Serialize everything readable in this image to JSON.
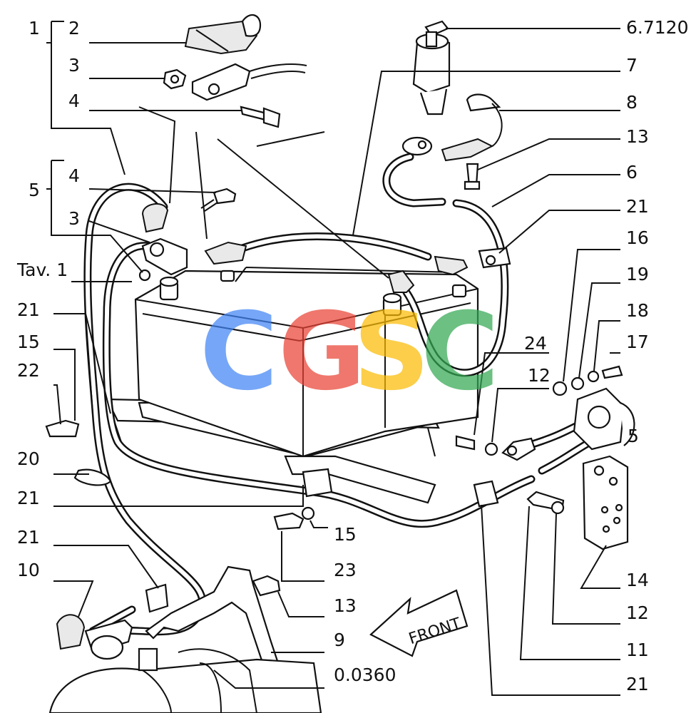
{
  "labels": {
    "l1": "1",
    "l2": "2",
    "l3a": "3",
    "l4a": "4",
    "l4b": "4",
    "l5a": "5",
    "l3b": "3",
    "ltav": "Tav. 1",
    "l21a": "21",
    "l15a": "15",
    "l22": "22",
    "l20": "20",
    "l21b": "21",
    "l21c": "21",
    "l10": "10",
    "l6712": "6.7120",
    "l7": "7",
    "l8": "8",
    "l13a": "13",
    "l6": "6",
    "l21d": "21",
    "l16": "16",
    "l19": "19",
    "l18": "18",
    "l17": "17",
    "l24": "24",
    "l12a": "12",
    "l5b": "5",
    "l15b": "15",
    "l23": "23",
    "l13b": "13",
    "l9": "9",
    "l0360": "0.0360",
    "l14": "14",
    "l12b": "12",
    "l11": "11",
    "l21e": "21"
  },
  "front_arrow": {
    "text": "FRONT"
  },
  "watermark": {
    "letters": [
      "C",
      "G",
      "S",
      "C"
    ],
    "colors": [
      "#4285F4",
      "#EA4335",
      "#FBBC05",
      "#34A853"
    ]
  }
}
